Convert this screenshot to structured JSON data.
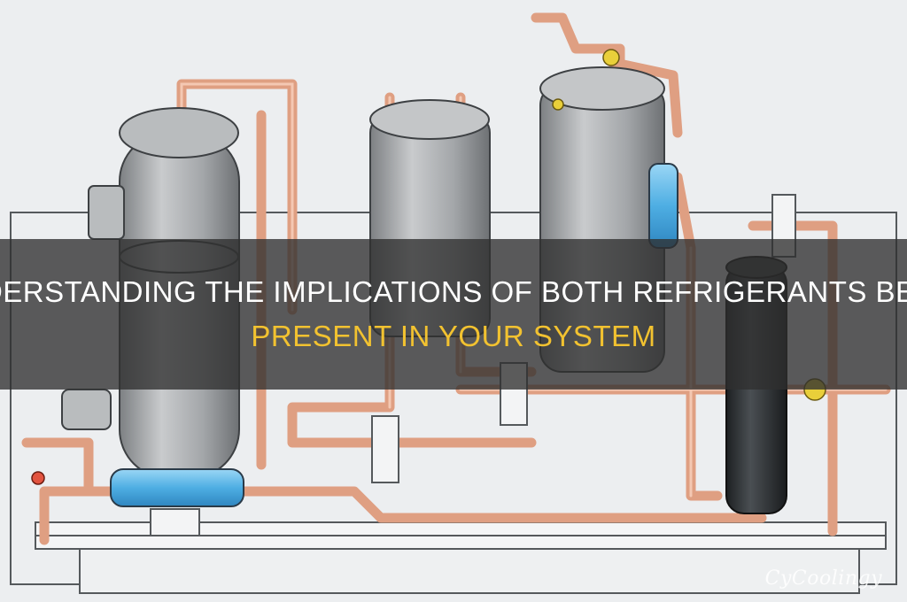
{
  "article": {
    "title_line1": "Understanding The Implications Of Both Refrigerants Being",
    "title_line2": "Present In Your System"
  },
  "watermark": {
    "text": "CyCoolingy"
  },
  "colors": {
    "banner_overlay": "#303030",
    "title_primary": "#ffffff",
    "title_accent": "#f2c230",
    "copper_pipe": "#e0a68a",
    "tank_gray": "#a9abad",
    "filter_blue": "#5bb6e8",
    "receiver_dark": "#2f3336"
  }
}
